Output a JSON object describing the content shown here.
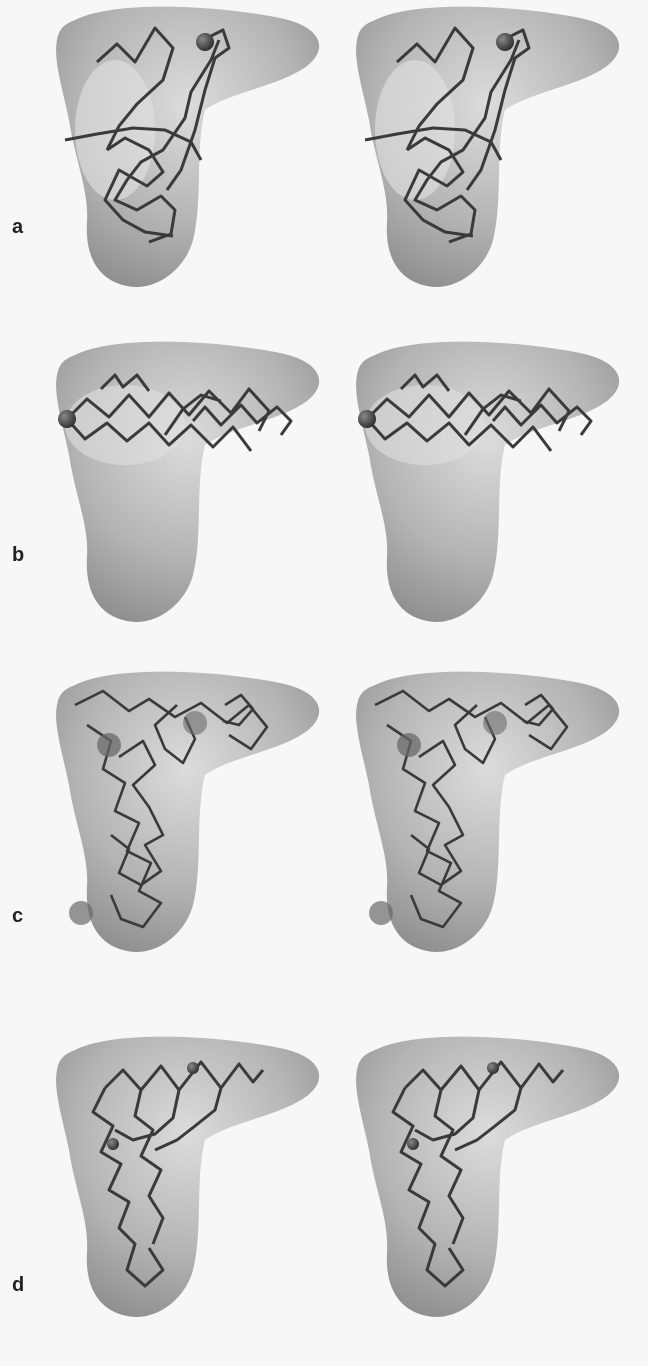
{
  "figure": {
    "panels": [
      {
        "label": "a"
      },
      {
        "label": "b"
      },
      {
        "label": "c"
      },
      {
        "label": "d"
      }
    ]
  },
  "colors": {
    "background": "#f7f7f7",
    "envelope_dark": "#8a8a8a",
    "envelope_light": "#d9d9d9",
    "trace": "#3a3a3a",
    "marker": "#4a4a4a"
  }
}
